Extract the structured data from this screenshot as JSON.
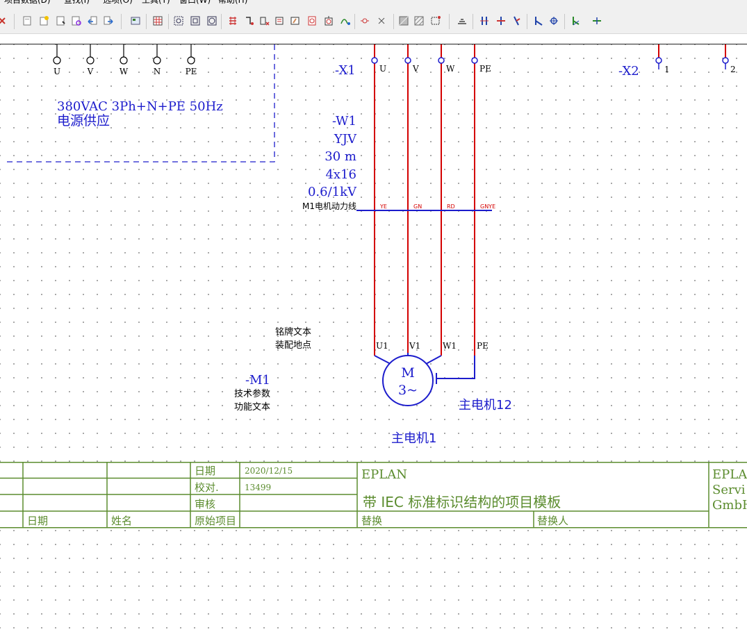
{
  "menu_clipped": [
    "项目数据(D)",
    "查找(I)",
    "选项(O)",
    "工具(T)",
    "窗口(W)",
    "帮助(H)"
  ],
  "toolbar": {
    "icons": [
      "close-icon",
      "page-icon",
      "new-page-icon",
      "page-properties-icon",
      "open-page-icon",
      "undo-icon",
      "redo-icon",
      "macro-icon",
      "table-icon",
      "device-icon",
      "terminal-icon",
      "plc-icon",
      "connection-icon",
      "cable-icon",
      "potential-icon",
      "wire-icon",
      "symbol-icon",
      "definition-icon",
      "insert-icon",
      "mirror-icon",
      "rotate-icon",
      "hatch-icon",
      "box-icon",
      "structure-box-icon",
      "ground-icon",
      "terminal-strip-icon",
      "interruption-icon",
      "cross-icon",
      "angle-icon",
      "tee-icon",
      "bus-icon",
      "arrow-icon"
    ]
  },
  "schematic": {
    "source_terminals": [
      "U",
      "V",
      "W",
      "N",
      "PE"
    ],
    "supply_text_line1": "380VAC 3Ph+N+PE 50Hz",
    "supply_text_line2": "电源供应",
    "x1_label": "-X1",
    "x1_terminals": [
      "U",
      "V",
      "W",
      "PE"
    ],
    "x2_label": "-X2",
    "x2_terminals": [
      "1",
      "2"
    ],
    "cable": {
      "tag": "-W1",
      "type": "YJV",
      "length": "30 m",
      "cores": "4x16",
      "voltage": "0.6/1kV",
      "function": "M1电机动力线",
      "core_colors": [
        "YE",
        "GN",
        "RD",
        "GNYE"
      ]
    },
    "motor": {
      "tag": "-M1",
      "tech_params": "技术参数",
      "function_text": "功能文本",
      "nameplate_text": "铭牌文本",
      "mounting_location": "装配地点",
      "terminals": [
        "U1",
        "V1",
        "W1",
        "PE"
      ],
      "symbol_line1": "M",
      "symbol_line2": "3~",
      "label_right": "主电机12",
      "label_below": "主电机1"
    }
  },
  "title_block": {
    "date_label": "日期",
    "date_value": "2020/12/15",
    "checked_label": "校对.",
    "checked_value": "13499",
    "approved_label": "审核",
    "original_label": "原始项目",
    "col_date": "日期",
    "col_name": "姓名",
    "company": "EPLAN",
    "project_title": "带 IEC 标准标识结构的项目模板",
    "replace_label": "替换",
    "replaced_by_label": "替换人",
    "right_line1": "EPLAN",
    "right_line2": "Servi",
    "right_line3": "GmbH"
  },
  "colors": {
    "blue": "#1c1ccc",
    "red": "#d40000",
    "green": "#5b8c2e",
    "grid_dot": "#9a9a9a"
  }
}
